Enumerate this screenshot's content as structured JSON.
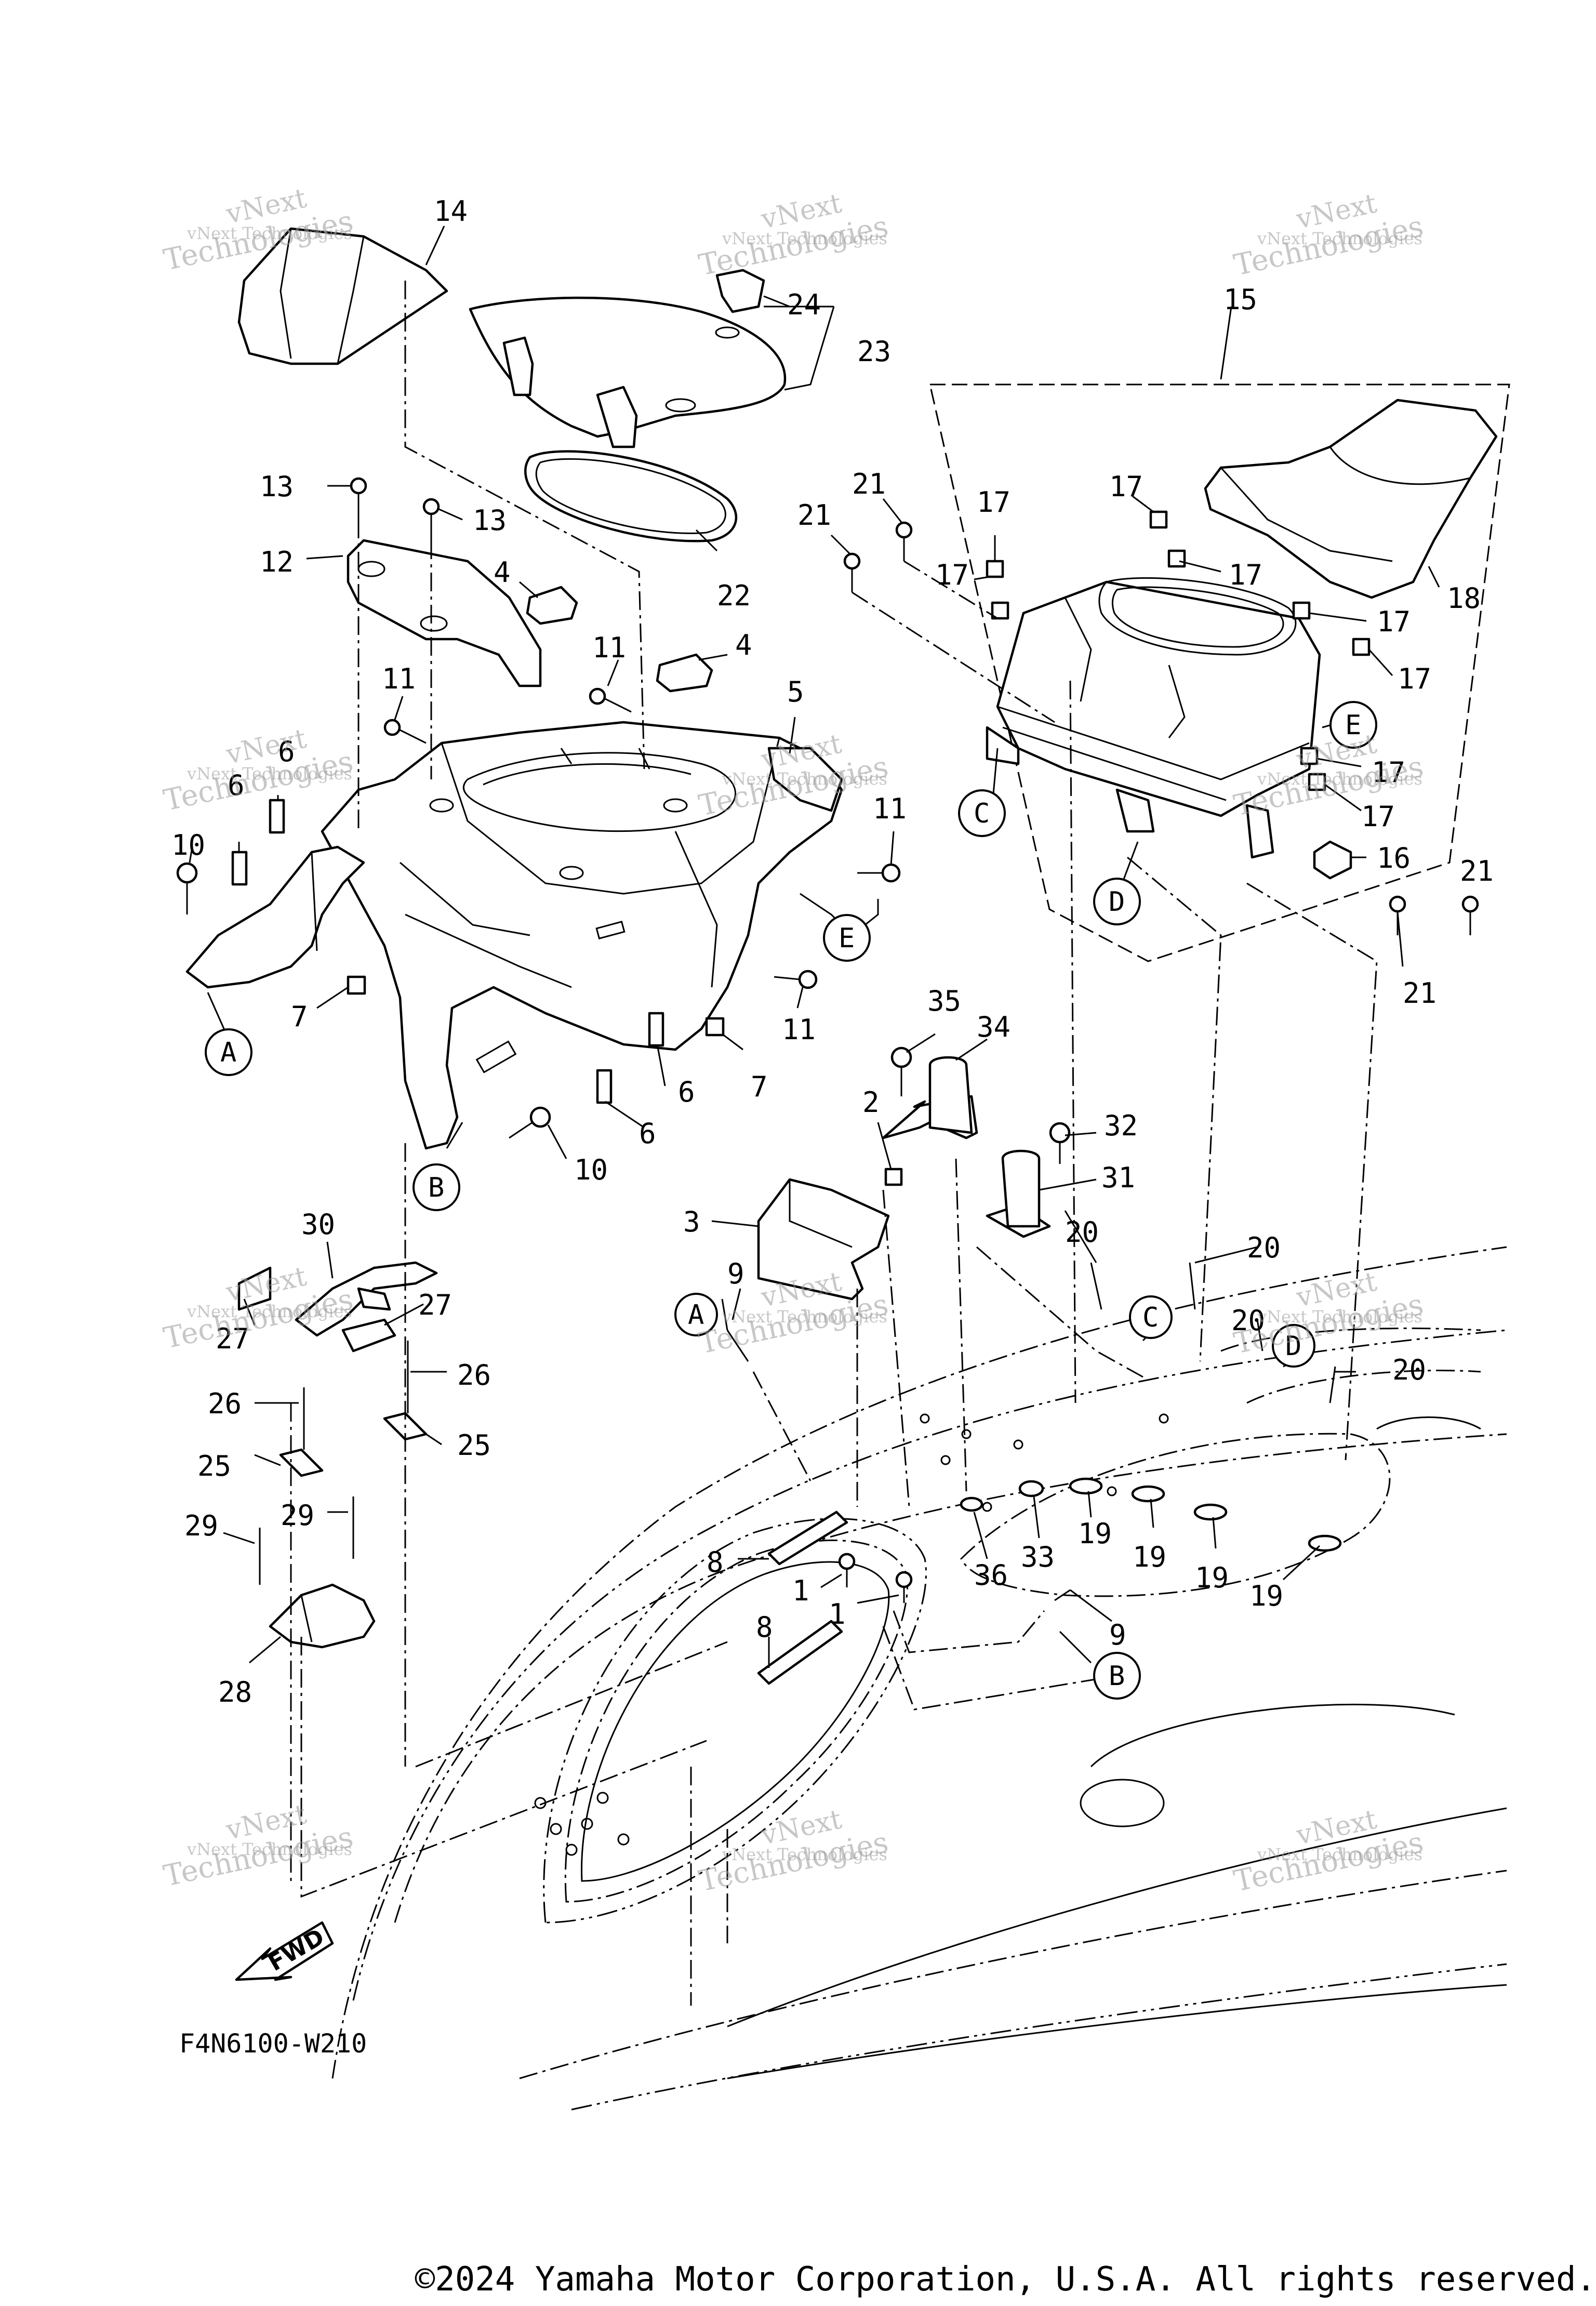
{
  "diagram": {
    "code": "F4N6100-W210",
    "fwd_label": "FWD",
    "copyright": "©2024 Yamaha Motor Corporation, U.S.A. All rights reserved.",
    "watermark": {
      "line1": "vNext Technologies",
      "line2": "vNext",
      "line3": "Technologies"
    },
    "callouts": [
      {
        "id": "c14",
        "label": "14"
      },
      {
        "id": "c24",
        "label": "24"
      },
      {
        "id": "c23",
        "label": "23"
      },
      {
        "id": "c15",
        "label": "15"
      },
      {
        "id": "c22",
        "label": "22"
      },
      {
        "id": "c13a",
        "label": "13"
      },
      {
        "id": "c13b",
        "label": "13"
      },
      {
        "id": "c12",
        "label": "12"
      },
      {
        "id": "c4a",
        "label": "4"
      },
      {
        "id": "c4b",
        "label": "4"
      },
      {
        "id": "c11a",
        "label": "11"
      },
      {
        "id": "c11b",
        "label": "11"
      },
      {
        "id": "c11c",
        "label": "11"
      },
      {
        "id": "c11d",
        "label": "11"
      },
      {
        "id": "c5",
        "label": "5"
      },
      {
        "id": "c6a",
        "label": "6"
      },
      {
        "id": "c6b",
        "label": "6"
      },
      {
        "id": "c6c",
        "label": "6"
      },
      {
        "id": "c6d",
        "label": "6"
      },
      {
        "id": "c10a",
        "label": "10"
      },
      {
        "id": "c10b",
        "label": "10"
      },
      {
        "id": "c7a",
        "label": "7"
      },
      {
        "id": "c7b",
        "label": "7"
      },
      {
        "id": "c21a",
        "label": "21"
      },
      {
        "id": "c21b",
        "label": "21"
      },
      {
        "id": "c21c",
        "label": "21"
      },
      {
        "id": "c21d",
        "label": "21"
      },
      {
        "id": "c17a",
        "label": "17"
      },
      {
        "id": "c17b",
        "label": "17"
      },
      {
        "id": "c17c",
        "label": "17"
      },
      {
        "id": "c17d",
        "label": "17"
      },
      {
        "id": "c17e",
        "label": "17"
      },
      {
        "id": "c17f",
        "label": "17"
      },
      {
        "id": "c17g",
        "label": "17"
      },
      {
        "id": "c17h",
        "label": "17"
      },
      {
        "id": "c18",
        "label": "18"
      },
      {
        "id": "c16",
        "label": "16"
      },
      {
        "id": "c35",
        "label": "35"
      },
      {
        "id": "c34",
        "label": "34"
      },
      {
        "id": "c2",
        "label": "2"
      },
      {
        "id": "c3",
        "label": "3"
      },
      {
        "id": "c32",
        "label": "32"
      },
      {
        "id": "c31",
        "label": "31"
      },
      {
        "id": "c20a",
        "label": "20"
      },
      {
        "id": "c20b",
        "label": "20"
      },
      {
        "id": "c20c",
        "label": "20"
      },
      {
        "id": "c20d",
        "label": "20"
      },
      {
        "id": "c9a",
        "label": "9"
      },
      {
        "id": "c9b",
        "label": "9"
      },
      {
        "id": "c30",
        "label": "30"
      },
      {
        "id": "c27a",
        "label": "27"
      },
      {
        "id": "c27b",
        "label": "27"
      },
      {
        "id": "c26a",
        "label": "26"
      },
      {
        "id": "c26b",
        "label": "26"
      },
      {
        "id": "c25a",
        "label": "25"
      },
      {
        "id": "c25b",
        "label": "25"
      },
      {
        "id": "c29a",
        "label": "29"
      },
      {
        "id": "c29b",
        "label": "29"
      },
      {
        "id": "c28",
        "label": "28"
      },
      {
        "id": "c8a",
        "label": "8"
      },
      {
        "id": "c8b",
        "label": "8"
      },
      {
        "id": "c1a",
        "label": "1"
      },
      {
        "id": "c1b",
        "label": "1"
      },
      {
        "id": "c36",
        "label": "36"
      },
      {
        "id": "c33",
        "label": "33"
      },
      {
        "id": "c19a",
        "label": "19"
      },
      {
        "id": "c19b",
        "label": "19"
      },
      {
        "id": "c19c",
        "label": "19"
      },
      {
        "id": "c19d",
        "label": "19"
      }
    ],
    "refs": [
      {
        "id": "rA1",
        "label": "A"
      },
      {
        "id": "rA2",
        "label": "A"
      },
      {
        "id": "rB1",
        "label": "B"
      },
      {
        "id": "rB2",
        "label": "B"
      },
      {
        "id": "rC1",
        "label": "C"
      },
      {
        "id": "rC2",
        "label": "C"
      },
      {
        "id": "rD1",
        "label": "D"
      },
      {
        "id": "rD2",
        "label": "D"
      },
      {
        "id": "rE1",
        "label": "E"
      },
      {
        "id": "rE2",
        "label": "E"
      }
    ]
  }
}
